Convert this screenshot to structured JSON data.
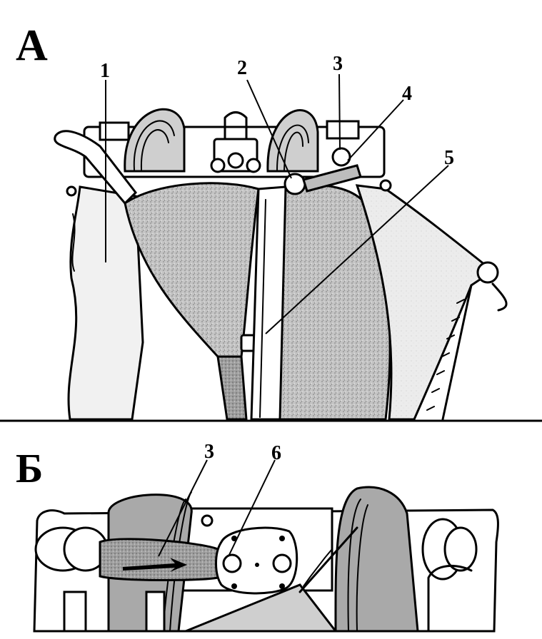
{
  "panels": [
    {
      "letter": "А"
    },
    {
      "letter": "Б"
    }
  ],
  "callouts_a": [
    "1",
    "2",
    "3",
    "4",
    "5"
  ],
  "callouts_b": [
    "3",
    "6"
  ]
}
